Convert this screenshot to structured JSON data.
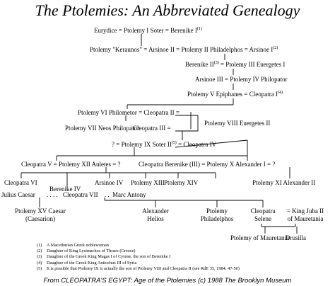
{
  "title": "The Ptolemies: An Abbreviated Genealogy",
  "generations": {
    "g1": "Eurydice = Ptolemy I Soter = Berenike I",
    "g1_note": "(1)",
    "g2a": "Ptolemy \"Keraunos\" = Arsinoe II = Ptolemy II Philadelphos = Arsinoe I",
    "g2a_note": "(2)",
    "g3": "Berenike II",
    "g3_note": "(3)",
    "g3b": " = Ptolemy III Euergetes I",
    "g4": "Arsinoe III = Ptolemy IV Philopator",
    "g5": "Ptolemy V Epiphanes = Cleopatra I",
    "g5_note": "(4)",
    "g6a": "Ptolemy VI Philometor = Cleopatra II =",
    "g6b": "Ptolemy VII Neos Philopator",
    "g6c": "Cleopatra III =",
    "g6d": "Ptolemy VIII Euergetes II",
    "g7a": "? = Ptolemy IX Soter II",
    "g7_note": "(5)",
    "g7b": " = Cleopatra IV",
    "g8a": "Cleopatra V = Ptolemy XII Auletes = ?",
    "g8b": "Cleopatra Berenike (III) = Ptolemy X Alexander I = ?",
    "g9a": "Cleopatra VI",
    "g9b": "Arsinoe IV",
    "g9c": "Ptolemy XIII",
    "g9d": "Ptolemy XIV",
    "g9e": "Ptolemy XI Alexander II",
    "g9f": "Berenike IV",
    "g10a": "Julius Caesar",
    "g10b": "Cleopatra VII",
    "g10c": "Marc Antony",
    "g11a1": "Ptolemy XV Caesar",
    "g11a2": "(Caesarion)",
    "g11b1": "Alexander",
    "g11b2": "Helios",
    "g11c1": "Ptolemy",
    "g11c2": "Philadelphos",
    "g11d1": "Cleopatra",
    "g11d2": "Selene",
    "g11e1": "= King Juba II",
    "g11e2": "of Mauretania",
    "g12a": "Ptolemy of Mauretania",
    "g12b": "Drusilla"
  },
  "notes": [
    {
      "num": "(1)",
      "text": "A Macedonian Greek noblewoman"
    },
    {
      "num": "(2)",
      "text": "Daughter of King Lysimachos of Thrace (Greece)"
    },
    {
      "num": "(3)",
      "text": "Daughter of the Greek King Magas I of Cyrene, the son of Berenike I"
    },
    {
      "num": "(4)",
      "text": "Daughter of the Greek King Antiochus III of Syria"
    },
    {
      "num": "(5)",
      "text": "It is possible that Ptolemy IX is actually the son of Ptolemy VIII and Cleopatra II (see RdE 35, 1984: 47-50)"
    }
  ],
  "credit": "From CLEOPATRA'S EGYPT: Age of the Ptolemies (c) 1988 The Brooklyn Museum"
}
